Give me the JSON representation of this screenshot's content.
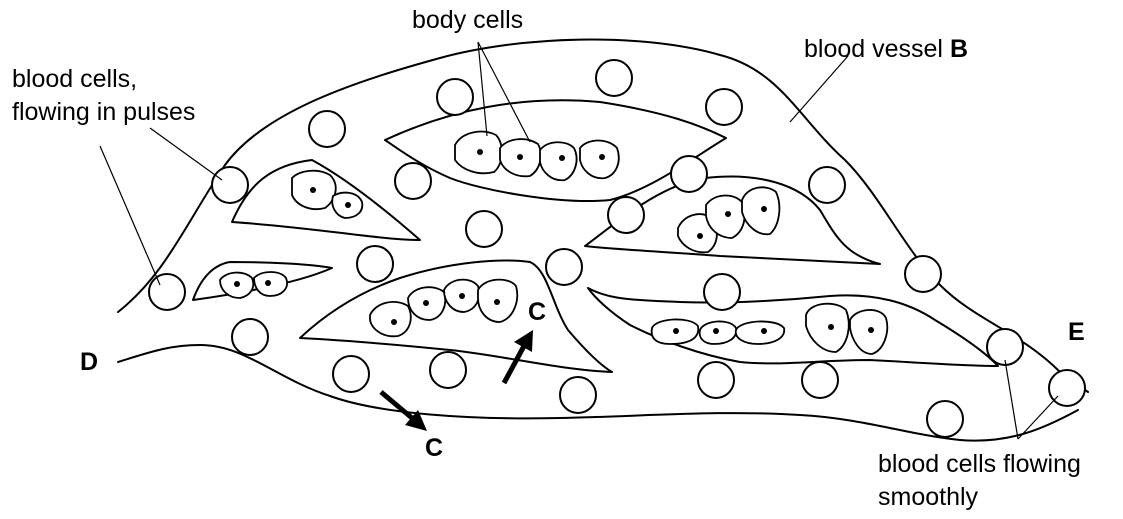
{
  "labels": {
    "body_cells": "body cells",
    "blood_vessel_prefix": "blood vessel ",
    "blood_vessel_letter": "B",
    "pulses_line1": "blood cells,",
    "pulses_line2": "flowing in pulses",
    "smooth_line1": "blood cells flowing",
    "smooth_line2": "smoothly",
    "point_d": "D",
    "point_e": "E",
    "arrow_c_in": "C",
    "arrow_c_out": "C"
  },
  "colors": {
    "stroke": "#000000",
    "background": "#ffffff"
  }
}
